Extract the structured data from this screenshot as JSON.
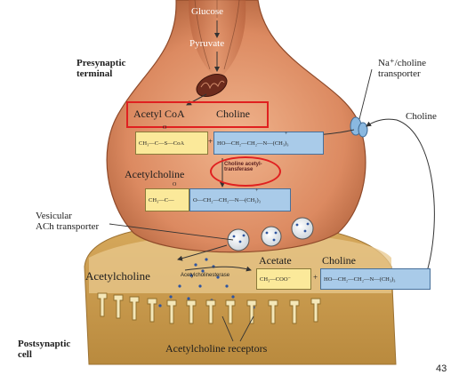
{
  "labels": {
    "glucose": "Glucose",
    "pyruvate": "Pyruvate",
    "presynaptic_terminal": "Presynaptic\nterminal",
    "na_choline_transporter": "Na⁺/choline\ntransporter",
    "choline_right": "Choline",
    "acetyl_coa": "Acetyl CoA",
    "choline_top": "Choline",
    "choline_acetyltransferase": "Choline acetyl-\ntransferase",
    "acetylcholine_top": "Acetylcholine",
    "vesicular_ach_transporter": "Vesicular\nACh transporter",
    "acetylcholine_cleft": "Acetylcholine",
    "acetylcholinesterase": "Acetylcholinesterase",
    "acetate": "Acetate",
    "choline_cleft": "Choline",
    "postsynaptic_cell": "Postsynaptic\ncell",
    "acetylcholine_receptors": "Acetylcholine receptors",
    "page_number": "43"
  },
  "formulas": {
    "acetyl_coa": "CH₃—C—S—CoA",
    "plus": "+",
    "choline": "HO—CH₂—CH₂—N—(CH₃)₃",
    "ach_yellow": "CH₃—C—",
    "ach_blue": "O—CH₂—CH₂—N—(CH₃)₃",
    "acetate": "CH₃—COO⁻",
    "choline_cleft": "HO—CH₂—CH₂—N—(CH₃)₃",
    "carbonyl_o": "O",
    "n_plus": "+"
  },
  "colors": {
    "terminal_fill": "#d9825a",
    "terminal_dark": "#a85a35",
    "postsynaptic_fill": "#c79a4c",
    "cleft_fill": "#e6c486",
    "yellow_box": "#fbe99a",
    "blue_box": "#a9cbe9",
    "highlight_red": "#e02020"
  }
}
